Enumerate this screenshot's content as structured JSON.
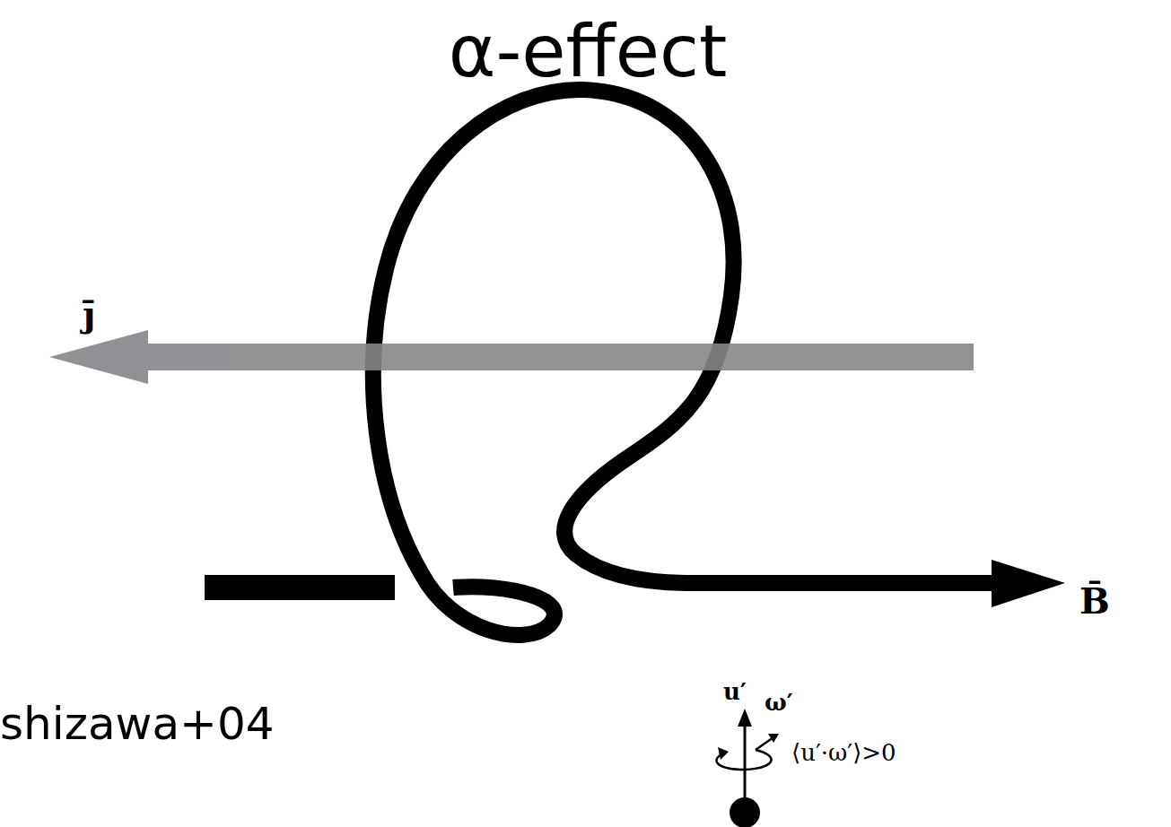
{
  "diagram": {
    "title": "α-effect",
    "labels": [
      "j̄",
      "B̄",
      "shizawa+04",
      "u′",
      "ω′",
      "⟨u′·ω′⟩>0"
    ]
  }
}
